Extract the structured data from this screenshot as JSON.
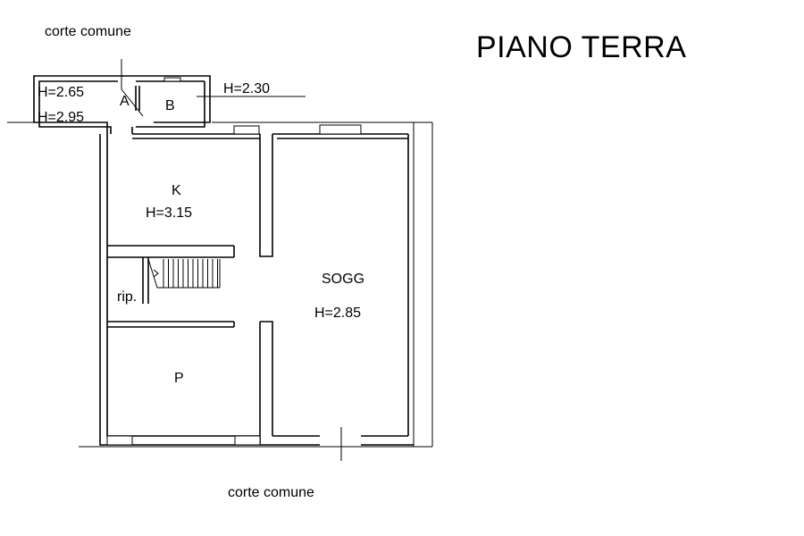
{
  "title": "PIANO TERRA",
  "labels": {
    "corte_top": "corte comune",
    "corte_bottom": "corte comune",
    "h_265": "H=2.65",
    "h_295": "H=2.95",
    "room_a": "A",
    "room_b": "B",
    "h_230": "H=2.30",
    "room_k": "K",
    "h_315": "H=3.15",
    "room_rip": "rip.",
    "room_sogg": "SOGG",
    "h_285": "H=2.85",
    "room_p": "P"
  }
}
